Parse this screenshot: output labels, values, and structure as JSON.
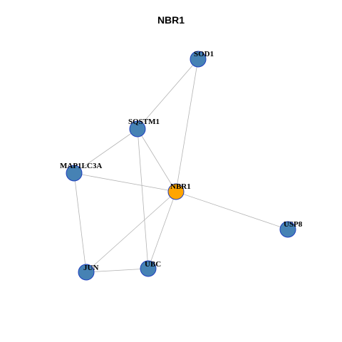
{
  "title": "NBR1",
  "colors": {
    "default_node": "#4682b4",
    "highlight_node": "#ffa500",
    "node_border": "#1f3fbf",
    "edge": "#b3b3b3"
  },
  "nodes": [
    {
      "id": "SOD1",
      "label": "SOD1",
      "highlight": false
    },
    {
      "id": "SQSTM1",
      "label": "SQSTM1",
      "highlight": false
    },
    {
      "id": "MAP1LC3A",
      "label": "MAP1LC3A",
      "highlight": false
    },
    {
      "id": "NBR1",
      "label": "NBR1",
      "highlight": true
    },
    {
      "id": "USP8",
      "label": "USP8",
      "highlight": false
    },
    {
      "id": "UBC",
      "label": "UBC",
      "highlight": false
    },
    {
      "id": "JUN",
      "label": "JUN",
      "highlight": false
    }
  ],
  "edges": [
    {
      "source": "SOD1",
      "target": "SQSTM1"
    },
    {
      "source": "SOD1",
      "target": "NBR1"
    },
    {
      "source": "SQSTM1",
      "target": "MAP1LC3A"
    },
    {
      "source": "SQSTM1",
      "target": "NBR1"
    },
    {
      "source": "SQSTM1",
      "target": "UBC"
    },
    {
      "source": "MAP1LC3A",
      "target": "NBR1"
    },
    {
      "source": "MAP1LC3A",
      "target": "JUN"
    },
    {
      "source": "NBR1",
      "target": "USP8"
    },
    {
      "source": "NBR1",
      "target": "JUN"
    },
    {
      "source": "NBR1",
      "target": "UBC"
    },
    {
      "source": "JUN",
      "target": "UBC"
    }
  ]
}
